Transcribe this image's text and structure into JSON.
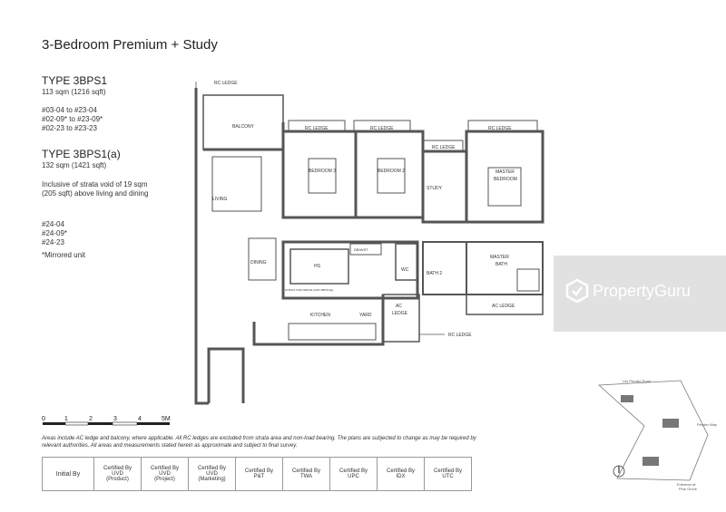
{
  "title": "3-Bedroom Premium + Study",
  "type1": {
    "name": "TYPE 3BPS1",
    "area": "113 sqm (1216 sqft)",
    "units": [
      "#03-04  to #23-04",
      "#02-09* to #23-09*",
      "#02-23  to #23-23"
    ]
  },
  "type2": {
    "name": "TYPE 3BPS1(a)",
    "area": "132 sqm (1421 sqft)",
    "note": "Inclusive of strata void of 19 sqm (205 sqft) above living and dining",
    "units": [
      "#24-04",
      "#24-09*",
      "#24-23"
    ]
  },
  "mirrored": "*Mirrored unit",
  "plan_labels": {
    "rc_ledge_top": "RC LEDGE",
    "balcony": "BALCONY",
    "living": "LIVING",
    "dining": "DINING",
    "rc_ledge_1": "RC LEDGE",
    "rc_ledge_2": "RC LEDGE",
    "rc_ledge_3": "RC LEDGE",
    "rc_ledge_4": "RC LEDGE",
    "bedroom3": "BEDROOM 3",
    "bedroom2": "BEDROOM 2",
    "study": "STUDY",
    "master_bedroom_1": "MASTER",
    "master_bedroom_2": "BEDROOM",
    "hs": "HS",
    "dbwst": "DB/WST",
    "wc": "WC",
    "bath2": "BATH 2",
    "master_bath_1": "MASTER",
    "master_bath_2": "BATH",
    "kitchen": "KITCHEN",
    "yard": "YARD",
    "ac_ledge_1": "AC",
    "ac_ledge_2": "LEDGE",
    "ac_ledge": "AC LEDGE",
    "rc_ledge_bottom": "RC LEDGE",
    "strata_void": "STRATA VOID ABOVE (FOR 3BPS1(a))"
  },
  "scale": {
    "ticks": [
      "0",
      "1",
      "2",
      "3",
      "4",
      "5M"
    ]
  },
  "disclaimer": "Areas include AC ledge and balcony, where applicable. All RC ledges are excluded from strata area and non-load bearing. The plans are subjected to change as may be required by relevant authorities. All areas and measurements stated herein as approximate and subject to final survey.",
  "certification": {
    "first": "Initial By",
    "cells": [
      [
        "Certified By",
        "UVD",
        "(Product)"
      ],
      [
        "Certified By",
        "UVD",
        "(Project)"
      ],
      [
        "Certified By",
        "UVD",
        "(Marketing)"
      ],
      [
        "Certified By",
        "P&T",
        ""
      ],
      [
        "Certified By",
        "TWA",
        ""
      ],
      [
        "Certified By",
        "UPC",
        ""
      ],
      [
        "Certified By",
        "IDX",
        ""
      ],
      [
        "Certified By",
        "UTC",
        ""
      ]
    ]
  },
  "watermark": "PropertyGuru",
  "keyplan": {
    "road1": "Lity Pender Road",
    "road2": "Pender Way",
    "entrance_1": "Entrance at",
    "entrance_2": "Pine Grove"
  },
  "colors": {
    "wall": "#555555",
    "banner": "#c8c8c8",
    "text": "#222222"
  }
}
